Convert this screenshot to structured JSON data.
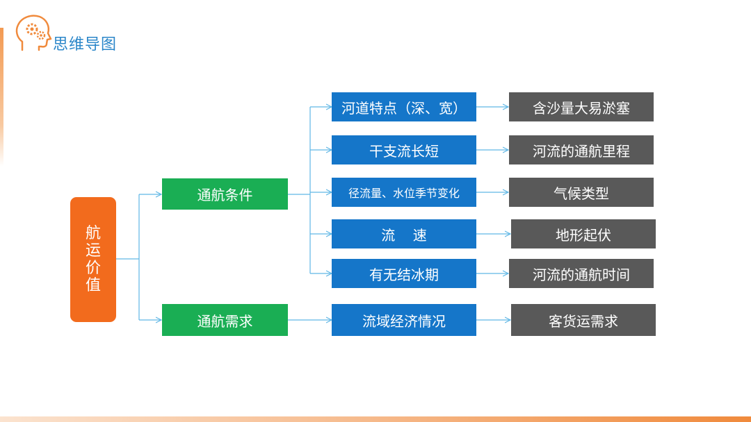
{
  "header": {
    "title": "思维导图",
    "icon": "head-gears-icon"
  },
  "colors": {
    "accent": "#f08a3c",
    "root": "#f26b1d",
    "level1": "#1aae54",
    "level2": "#1576c9",
    "level3": "#595959",
    "connector": "#5fb6e5",
    "title": "#2a86c9"
  },
  "mindmap": {
    "root": "航运价值",
    "branches": [
      {
        "label": "通航条件",
        "factors": [
          {
            "label": "河道特点（深、宽）",
            "effect": "含沙量大易淤塞"
          },
          {
            "label": "干支流长短",
            "effect": "河流的通航里程"
          },
          {
            "label": "径流量、水位季节变化",
            "effect": "气候类型"
          },
          {
            "label": "流    速",
            "effect": "地形起伏"
          },
          {
            "label": "有无结冰期",
            "effect": "河流的通航时间"
          }
        ]
      },
      {
        "label": "通航需求",
        "factors": [
          {
            "label": "流域经济情况",
            "effect": "客货运需求"
          }
        ]
      }
    ]
  }
}
